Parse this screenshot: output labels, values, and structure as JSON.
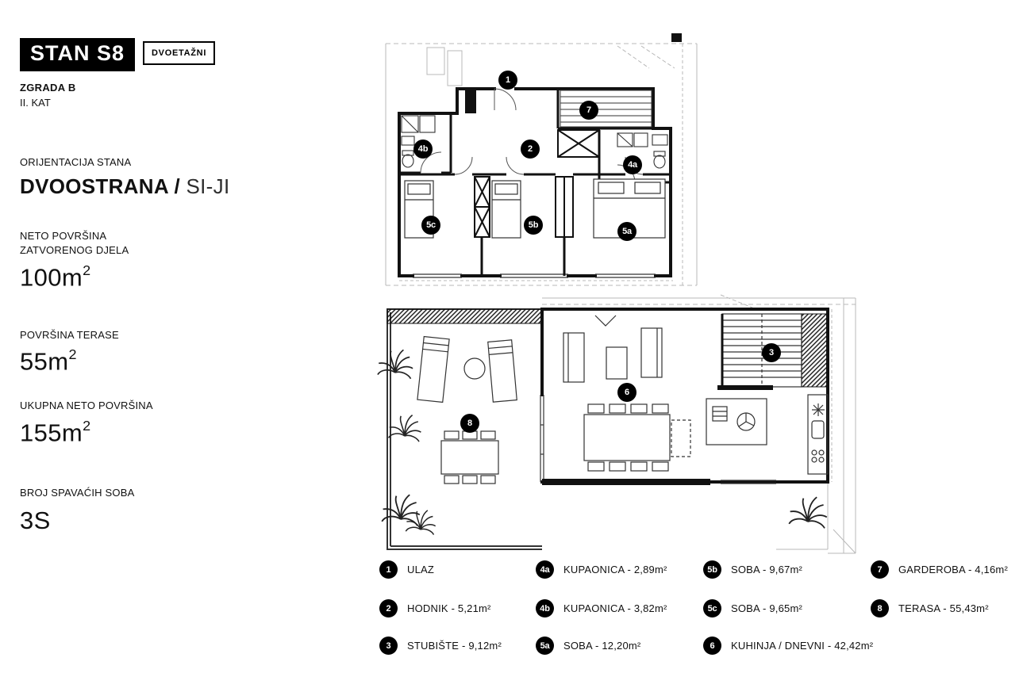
{
  "header": {
    "apartment": "STAN S8",
    "type_badge": "DVOETAŽNI",
    "building": "ZGRADA B",
    "floor": "II. KAT"
  },
  "stats": {
    "orientation": {
      "label": "ORIJENTACIJA STANA",
      "value_bold": "DVOOSTRANA /",
      "value_light": "SI-JI"
    },
    "net_area": {
      "label_line1": "NETO POVRŠINA",
      "label_line2": "ZATVORENOG DJELA",
      "value": "100m",
      "sup": "2"
    },
    "terrace_area": {
      "label": "POVRŠINA TERASE",
      "value": "55m",
      "sup": "2"
    },
    "total_area": {
      "label": "UKUPNA NETO POVRŠINA",
      "value": "155m",
      "sup": "2"
    },
    "bedrooms": {
      "label": "BROJ SPAVAĆIH SOBA",
      "value": "3S"
    }
  },
  "badges": {
    "b1": "1",
    "b2": "2",
    "b3": "3",
    "b4a": "4a",
    "b4b": "4b",
    "b5a": "5a",
    "b5b": "5b",
    "b5c": "5c",
    "b6": "6",
    "b7": "7",
    "b8": "8"
  },
  "legend": {
    "columns": [
      [
        {
          "num": "1",
          "label": "ULAZ"
        },
        {
          "num": "2",
          "label": "HODNIK - 5,21m²"
        },
        {
          "num": "3",
          "label": "STUBIŠTE - 9,12m²"
        }
      ],
      [
        {
          "num": "4a",
          "label": "KUPAONICA - 2,89m²"
        },
        {
          "num": "4b",
          "label": "KUPAONICA - 3,82m²"
        },
        {
          "num": "5a",
          "label": "SOBA - 12,20m²"
        }
      ],
      [
        {
          "num": "5b",
          "label": "SOBA - 9,67m²"
        },
        {
          "num": "5c",
          "label": "SOBA - 9,65m²"
        },
        {
          "num": "6",
          "label": "KUHINJA / DNEVNI - 42,42m²"
        }
      ],
      [
        {
          "num": "7",
          "label": "GARDEROBA - 4,16m²"
        },
        {
          "num": "8",
          "label": "TERASA - 55,43m²"
        }
      ]
    ]
  },
  "colors": {
    "ink": "#111111",
    "background": "#ffffff"
  }
}
